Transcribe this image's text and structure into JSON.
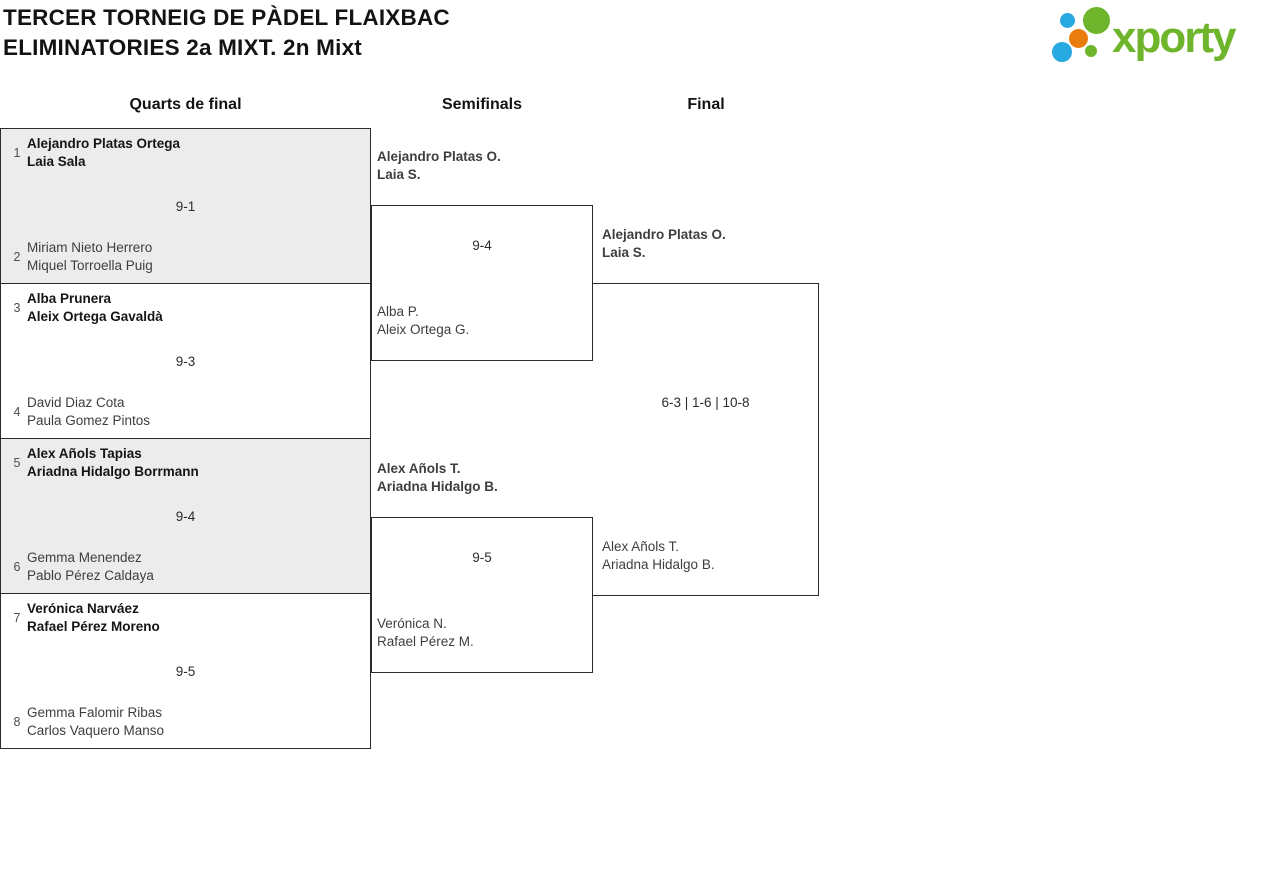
{
  "header": {
    "title_line1": "TERCER TORNEIG DE PÀDEL FLAIXBAC",
    "title_line2": "ELIMINATORIES 2a MIXT. 2n Mixt",
    "logo_text": "xporty"
  },
  "brand_colors": {
    "green": "#6fb52c",
    "blue": "#29a9e1",
    "orange": "#e87d0e"
  },
  "columns": [
    {
      "label": "Quarts de final"
    },
    {
      "label": "Semifinals"
    },
    {
      "label": "Final"
    }
  ],
  "quarterfinals": [
    {
      "seed_top": "1",
      "team_top": [
        "Alejandro Platas Ortega",
        "Laia Sala"
      ],
      "score": "9-1",
      "seed_bottom": "2",
      "team_bottom": [
        "Miriam Nieto Herrero",
        "Miquel Torroella Puig"
      ]
    },
    {
      "seed_top": "3",
      "team_top": [
        "Alba Prunera",
        "Aleix Ortega Gavaldà"
      ],
      "score": "9-3",
      "seed_bottom": "4",
      "team_bottom": [
        "David Diaz Cota",
        "Paula Gomez Pintos"
      ]
    },
    {
      "seed_top": "5",
      "team_top": [
        "Alex Añols Tapias",
        "Ariadna Hidalgo Borrmann"
      ],
      "score": "9-4",
      "seed_bottom": "6",
      "team_bottom": [
        "Gemma Menendez",
        "Pablo Pérez Caldaya"
      ]
    },
    {
      "seed_top": "7",
      "team_top": [
        "Verónica Narváez",
        "Rafael Pérez Moreno"
      ],
      "score": "9-5",
      "seed_bottom": "8",
      "team_bottom": [
        "Gemma Falomir Ribas",
        "Carlos Vaquero Manso"
      ]
    }
  ],
  "semifinals": [
    {
      "team_top": [
        "Alejandro Platas O.",
        "Laia S."
      ],
      "score": "9-4",
      "team_bottom": [
        "Alba P.",
        "Aleix Ortega G."
      ]
    },
    {
      "team_top": [
        "Alex Añols T.",
        "Ariadna Hidalgo B."
      ],
      "score": "9-5",
      "team_bottom": [
        "Verónica N.",
        "Rafael Pérez M."
      ]
    }
  ],
  "final": {
    "team_top": [
      "Alejandro Platas O.",
      "Laia S."
    ],
    "score": "6-3 | 1-6 | 10-8",
    "team_bottom": [
      "Alex Añols T.",
      "Ariadna Hidalgo B."
    ]
  }
}
